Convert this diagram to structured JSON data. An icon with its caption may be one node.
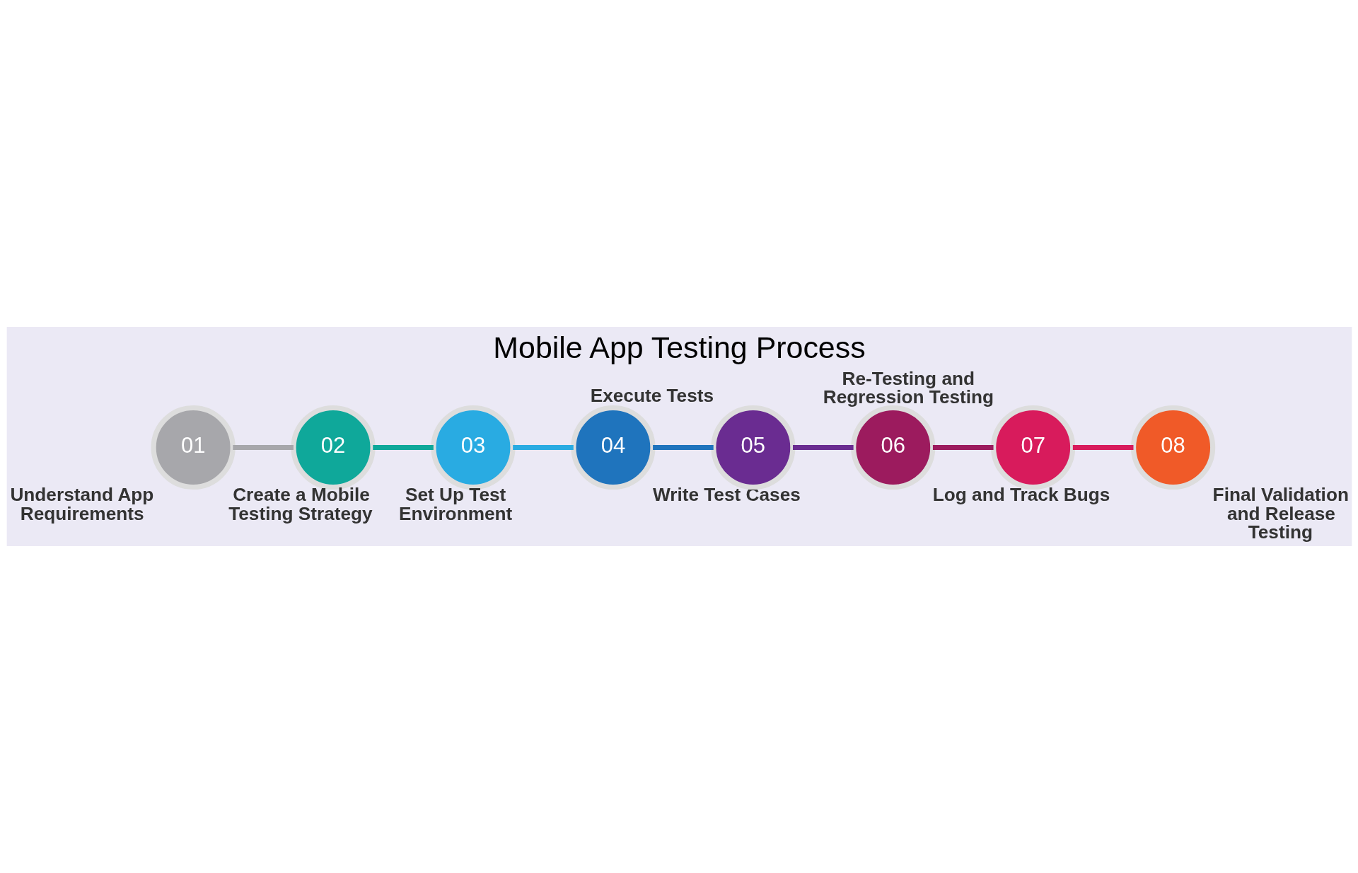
{
  "diagram": {
    "title": "Mobile App Testing Process",
    "nodes": [
      {
        "text": [
          "01"
        ],
        "beside": [
          "Understand App Requirements"
        ]
      },
      {
        "text": [
          "02"
        ],
        "beside": [
          "Create a Mobile Testing Strategy"
        ]
      },
      {
        "text": [
          "03"
        ],
        "beside": [
          "Set Up Test Environment"
        ]
      },
      {
        "text": [
          "04"
        ],
        "beside": [
          "Write Test Cases"
        ]
      },
      {
        "text": [
          "05"
        ],
        "beside": [
          "Execute Tests"
        ]
      },
      {
        "text": [
          "06"
        ],
        "beside": [
          "Log and Track Bugs"
        ]
      },
      {
        "text": [
          "07"
        ],
        "beside": [
          "Re-Testing and Regression Testing"
        ]
      },
      {
        "text": [
          "08"
        ],
        "beside": [
          "Final Validation and Release Testing"
        ]
      }
    ],
    "edges": [
      {
        "from": 0,
        "to": 1,
        "arrow": "none",
        "color": "#a7a7ab"
      },
      {
        "from": 1,
        "to": 2,
        "arrow": "none",
        "color": "#0fa89a"
      },
      {
        "from": 2,
        "to": 3,
        "arrow": "none",
        "color": "#29abe2"
      },
      {
        "from": 3,
        "to": 4,
        "arrow": "none",
        "color": "#1f74bd"
      },
      {
        "from": 4,
        "to": 5,
        "arrow": "none",
        "color": "#6a2c91"
      },
      {
        "from": 5,
        "to": 6,
        "arrow": "none",
        "color": "#9c1b5e"
      },
      {
        "from": 6,
        "to": 7,
        "arrow": "none",
        "color": "#d81b5c"
      }
    ]
  }
}
